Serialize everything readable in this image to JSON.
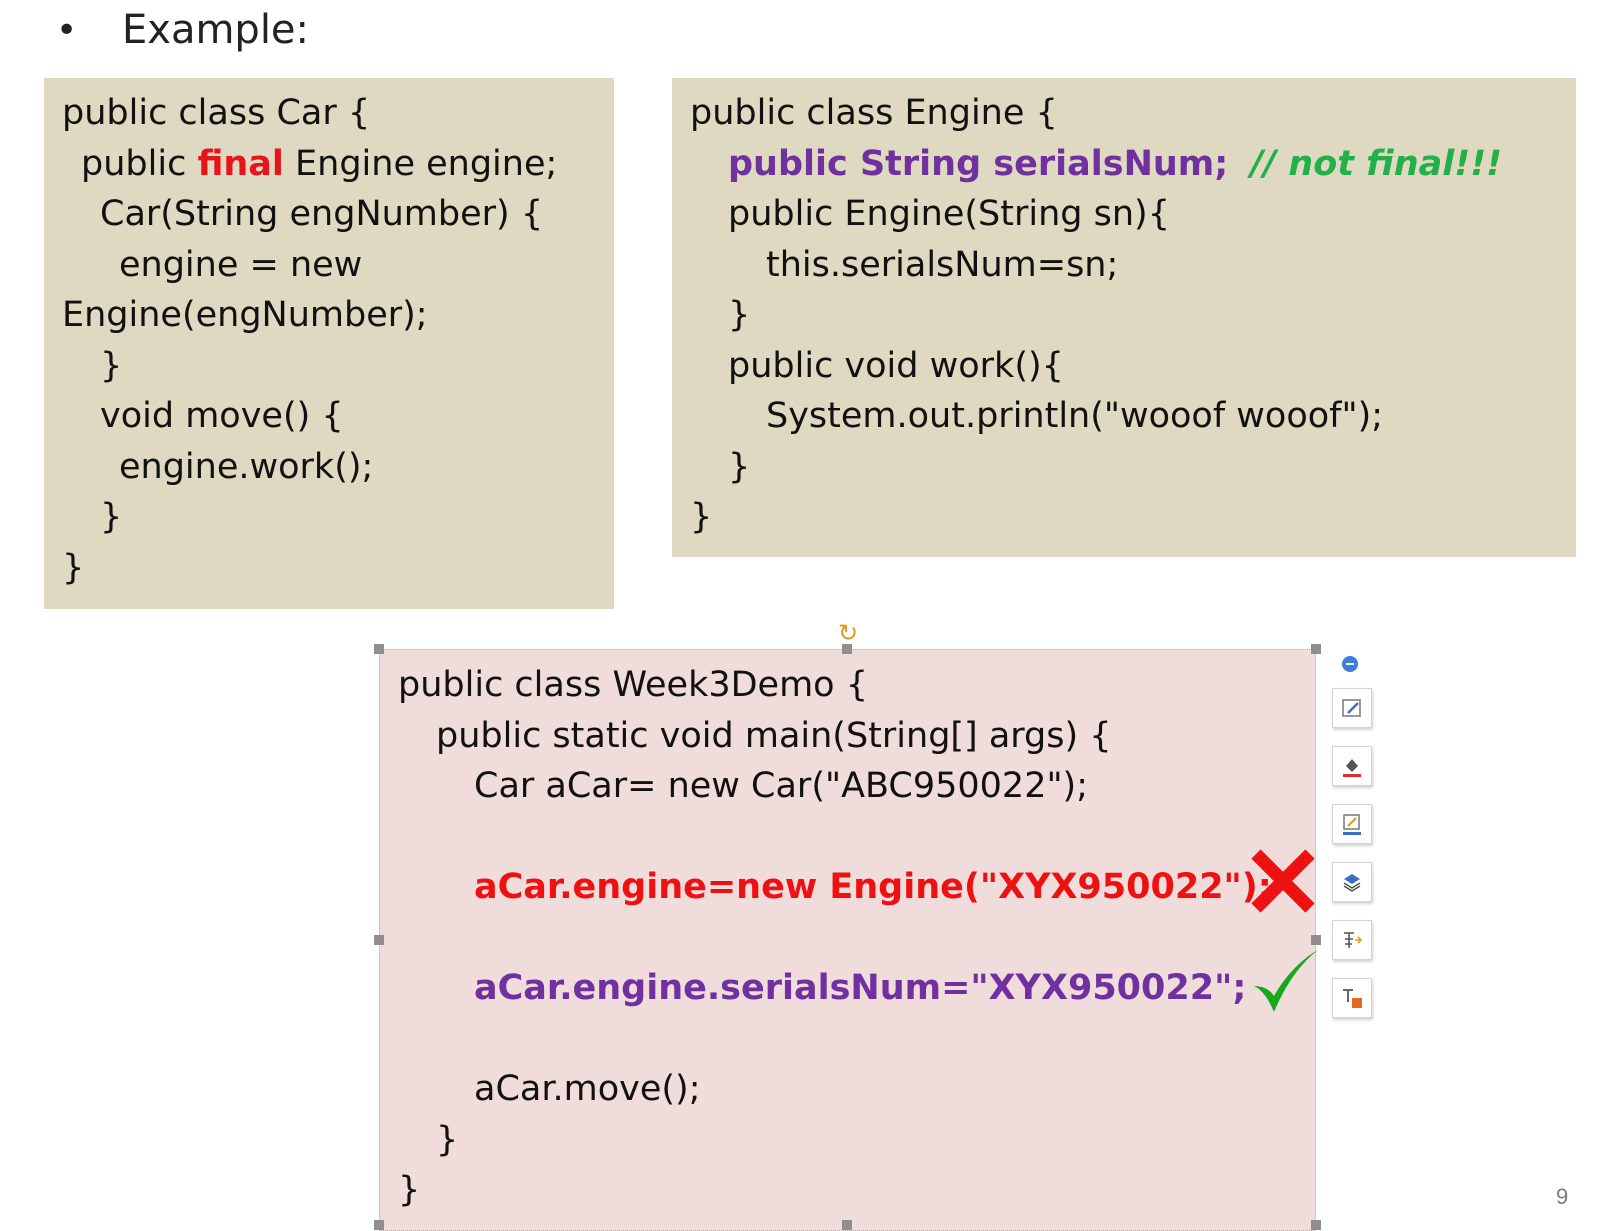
{
  "heading": {
    "bullet": "•",
    "text": "Example:"
  },
  "car_class": {
    "l1": "public class Car {",
    "l2a": "public ",
    "l2b": "final",
    "l2c": " Engine engine;",
    "l3": "Car(String engNumber) {",
    "l4": "engine = new",
    "l5": "Engine(engNumber);",
    "l6": "}",
    "l7": "void move() {",
    "l8": "engine.work();",
    "l9": "}",
    "l10": "}"
  },
  "engine_class": {
    "l1": "public class Engine {",
    "l2a": "public String serialsNum;",
    "l2b": "// not final!!!",
    "l3": "public Engine(String sn){",
    "l4": "this.serialsNum=sn;",
    "l5": "}",
    "l6": "public void work(){",
    "l7": "System.out.println(\"wooof wooof\");",
    "l8": "}",
    "l9": "}"
  },
  "demo_class": {
    "l1": "public class Week3Demo {",
    "l2": "public static void main(String[] args) {",
    "l3": "Car aCar= new Car(\"ABC950022\");",
    "l4": "aCar.engine=new Engine(\"XYX950022\");",
    "l5": "aCar.engine.serialsNum=\"XYX950022\";",
    "l6": "aCar.move();",
    "l7": "}",
    "l8": "}"
  },
  "colors": {
    "code_box_bg": "#dfd9c2",
    "demo_box_bg": "#f1dcdc",
    "keyword_red": "#e8141b",
    "purple": "#7030a0",
    "comment_green": "#21b04a",
    "cross_red": "#ee1111",
    "check_green": "#17a81b"
  },
  "icons": {
    "rotate": "rotate-handle-icon",
    "collapse": "collapse-toolbar-icon",
    "tools": [
      "layout-options-icon",
      "shape-fill-icon",
      "shape-outline-icon",
      "arrange-layers-icon",
      "text-wrap-icon",
      "text-box-icon"
    ]
  },
  "page_number": "9"
}
